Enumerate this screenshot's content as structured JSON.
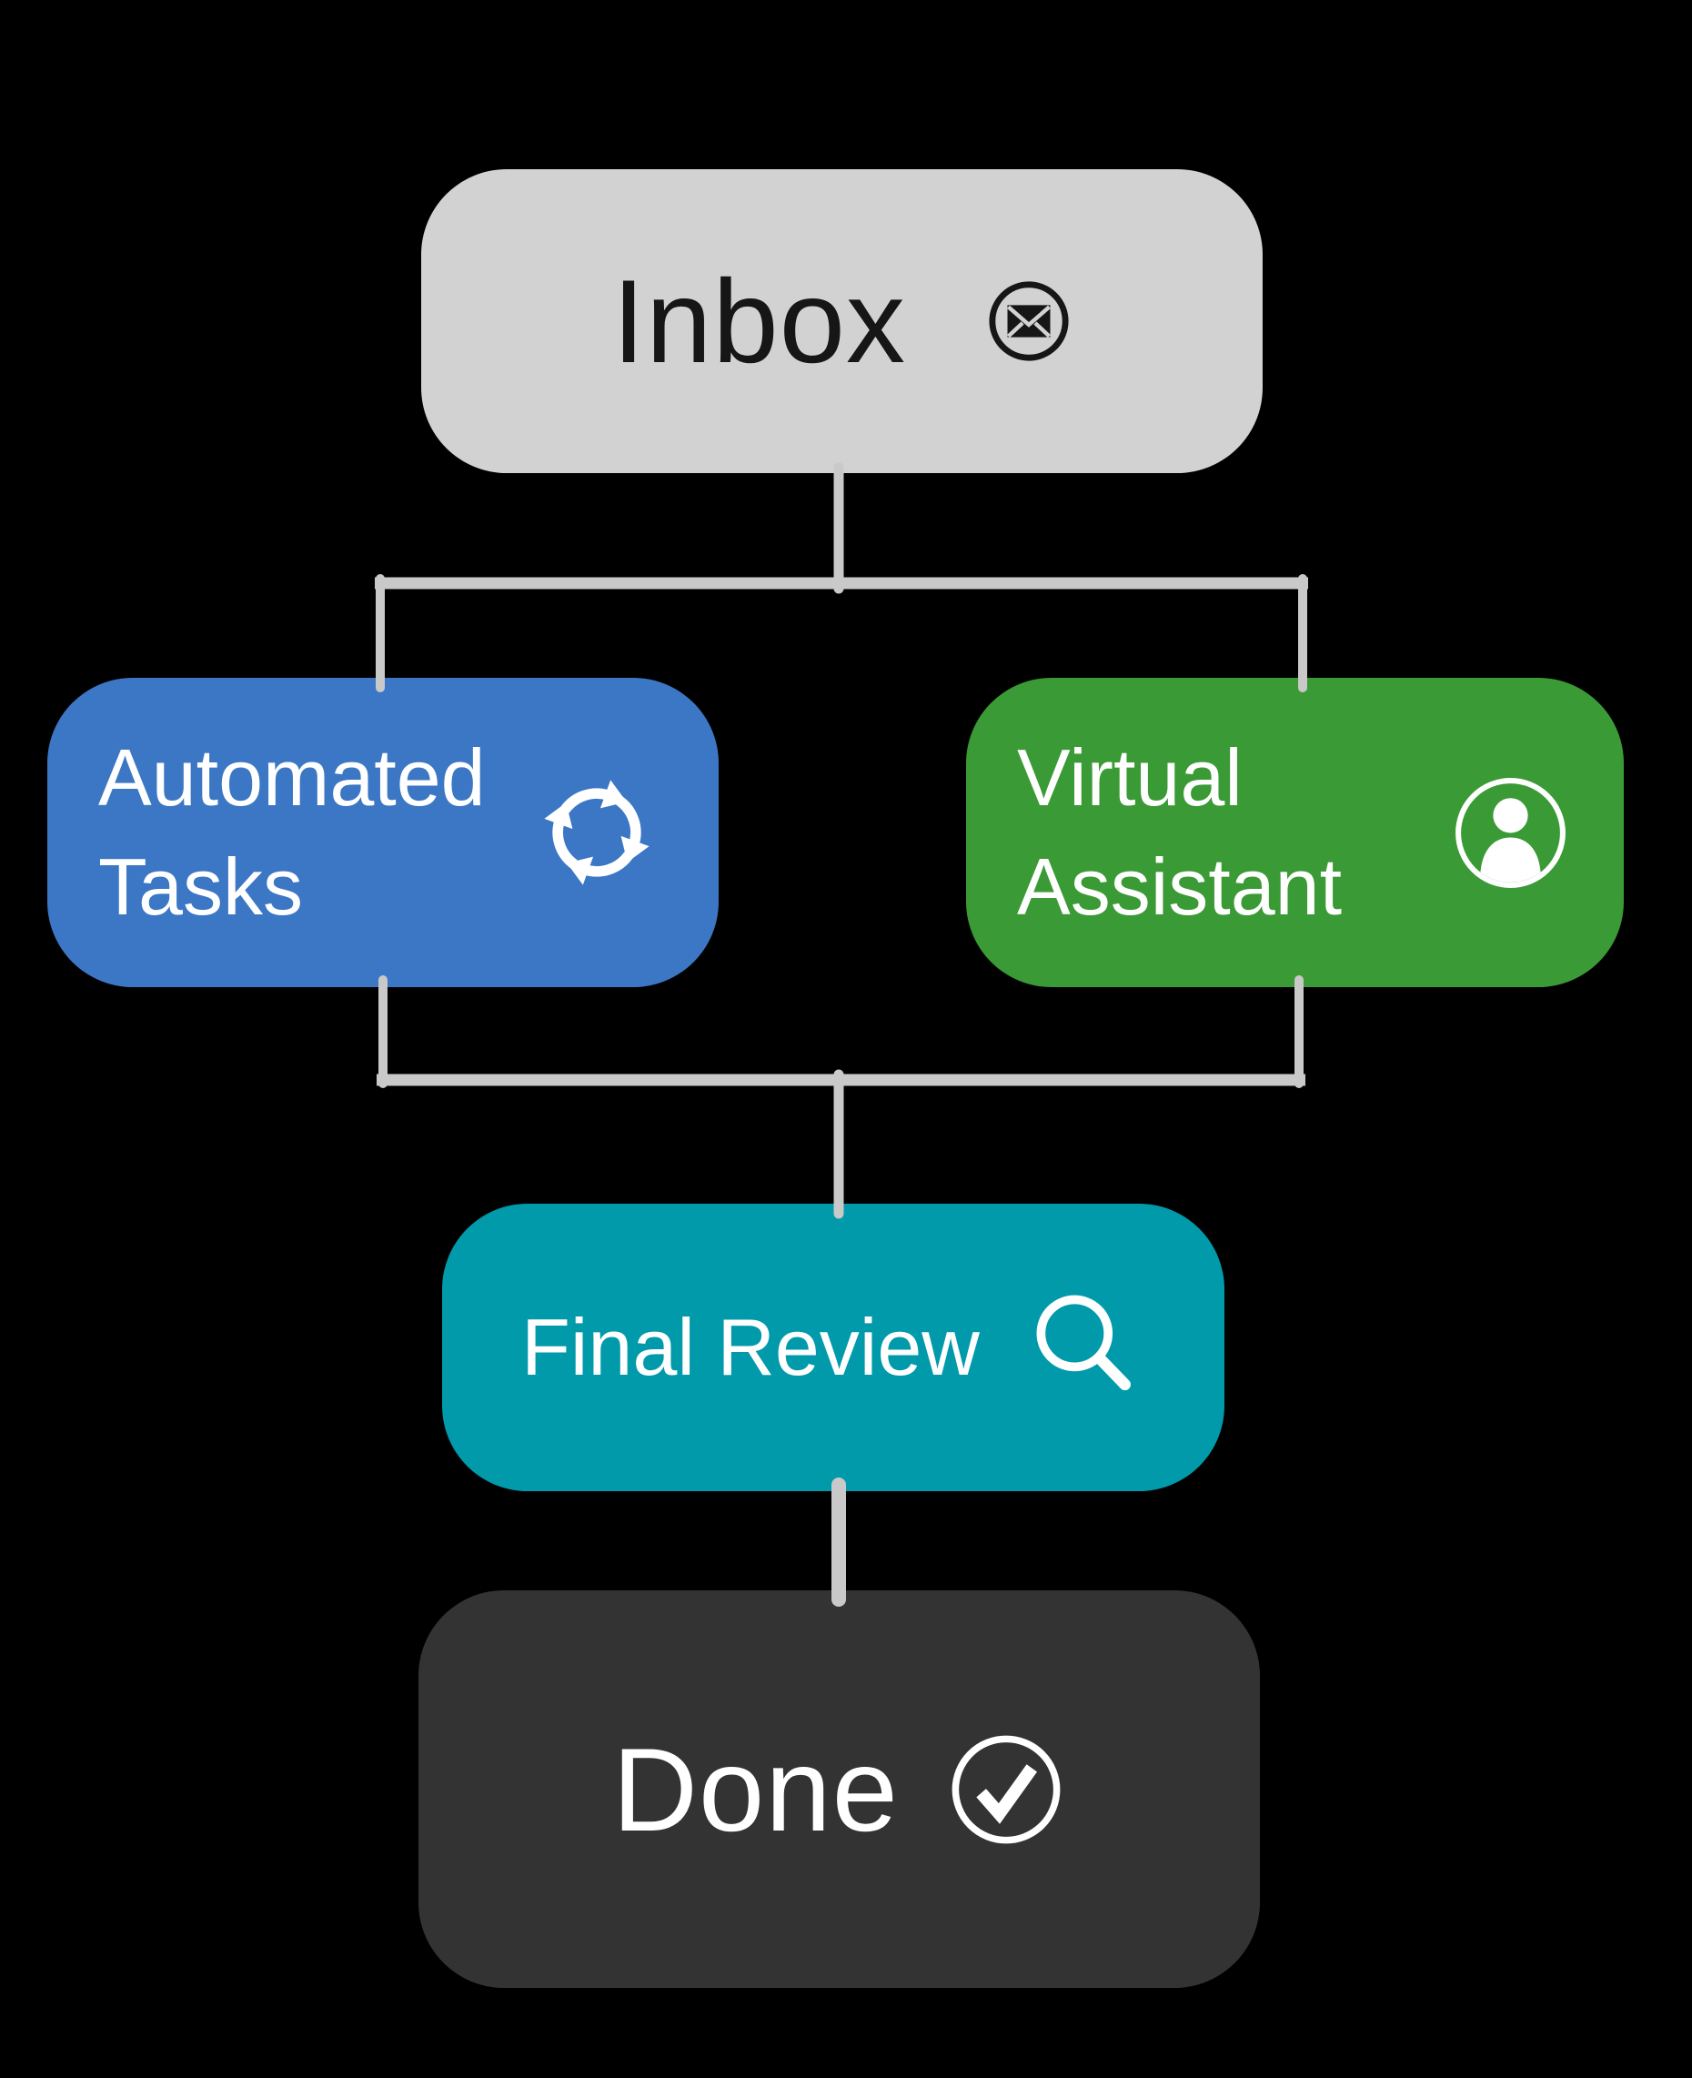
{
  "diagram": {
    "title": "Email workflow flowchart",
    "background": "#000000",
    "connector_color": "#c9c9c9",
    "nodes": [
      {
        "id": "inbox",
        "label": "Inbox",
        "icon": "envelope-icon",
        "bg": "#d2d2d2",
        "fg": "#161616"
      },
      {
        "id": "automated-tasks",
        "label": "Automated Tasks",
        "label_lines": [
          "Automated",
          "Tasks"
        ],
        "icon": "cycle-icon",
        "bg": "#3b77c4",
        "fg": "#ffffff"
      },
      {
        "id": "virtual-assistant",
        "label": "Virtual Assistant",
        "label_lines": [
          "Virtual",
          "Assistant"
        ],
        "icon": "person-icon",
        "bg": "#3a9a35",
        "fg": "#ffffff"
      },
      {
        "id": "final-review",
        "label": "Final Review",
        "icon": "search-icon",
        "bg": "#019aab",
        "fg": "#ffffff"
      },
      {
        "id": "done",
        "label": "Done",
        "icon": "check-icon",
        "bg": "#333333",
        "fg": "#ffffff"
      }
    ],
    "edges": [
      {
        "from": "inbox",
        "to": "automated-tasks"
      },
      {
        "from": "inbox",
        "to": "virtual-assistant"
      },
      {
        "from": "automated-tasks",
        "to": "final-review"
      },
      {
        "from": "virtual-assistant",
        "to": "final-review"
      },
      {
        "from": "final-review",
        "to": "done"
      }
    ]
  }
}
